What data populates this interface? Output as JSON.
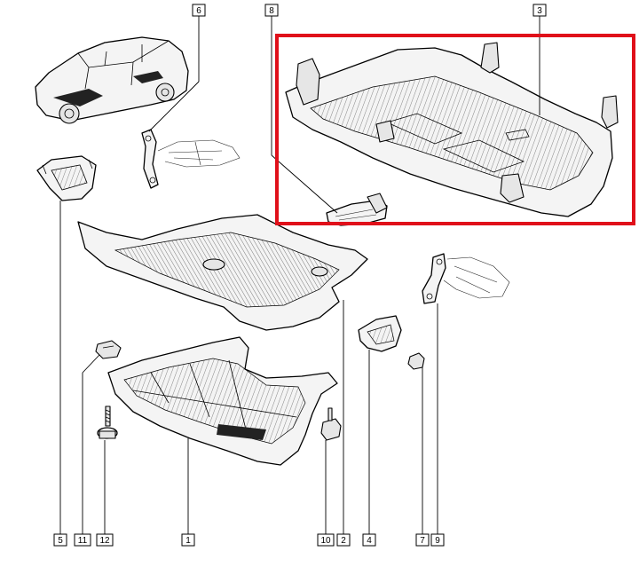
{
  "callouts": [
    {
      "id": "c6",
      "text": "6"
    },
    {
      "id": "c8",
      "text": "8"
    },
    {
      "id": "c3",
      "text": "3"
    },
    {
      "id": "c5",
      "text": "5"
    },
    {
      "id": "c11",
      "text": "11"
    },
    {
      "id": "c12",
      "text": "12"
    },
    {
      "id": "c1",
      "text": "1"
    },
    {
      "id": "c10",
      "text": "10"
    },
    {
      "id": "c2",
      "text": "2"
    },
    {
      "id": "c4",
      "text": "4"
    },
    {
      "id": "c7",
      "text": "7"
    },
    {
      "id": "c9",
      "text": "9"
    }
  ],
  "highlight_color": "#e0101a"
}
